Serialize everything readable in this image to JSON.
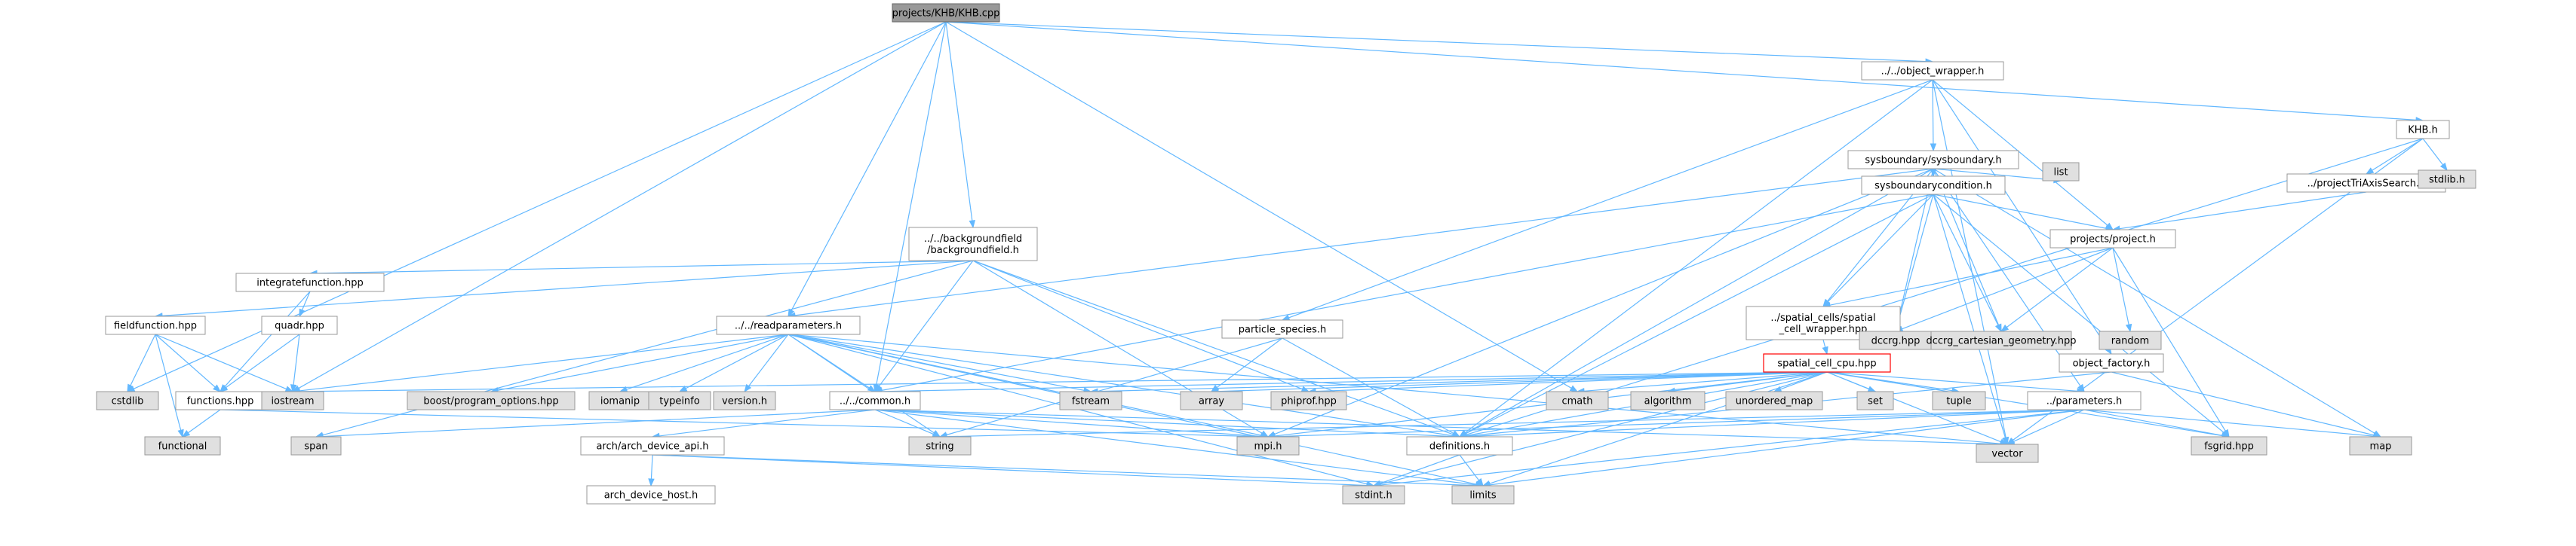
{
  "diagram": {
    "type": "include-dependency-graph",
    "colors": {
      "edge": "#63b8ff",
      "node_border": "#999999",
      "node_fill": "#ffffff",
      "system_fill": "#e0e0e0",
      "root_fill": "#999999",
      "root_border": "#666666",
      "cpu_border": "#ff0000"
    },
    "nodes": [
      {
        "id": "khb_cpp",
        "label": "projects/KHB/KHB.cpp",
        "kind": "root"
      },
      {
        "id": "object_wrapper",
        "label": "../../object_wrapper.h",
        "kind": "file"
      },
      {
        "id": "khb_h",
        "label": "KHB.h",
        "kind": "file"
      },
      {
        "id": "sysboundary",
        "label": "sysboundary/sysboundary.h",
        "kind": "file"
      },
      {
        "id": "list",
        "label": "list",
        "kind": "system"
      },
      {
        "id": "sysboundarycondition",
        "label": "sysboundarycondition.h",
        "kind": "file"
      },
      {
        "id": "projecttriaxis",
        "label": "../projectTriAxisSearch.h",
        "kind": "file"
      },
      {
        "id": "stdlib_h",
        "label": "stdlib.h",
        "kind": "system"
      },
      {
        "id": "project_h",
        "label": "projects/project.h",
        "kind": "file"
      },
      {
        "id": "backgroundfield",
        "label": "../../backgroundfield\n/backgroundfield.h",
        "kind": "file"
      },
      {
        "id": "integratefunction",
        "label": "integratefunction.hpp",
        "kind": "file"
      },
      {
        "id": "quadr",
        "label": "quadr.hpp",
        "kind": "file"
      },
      {
        "id": "fieldfunction",
        "label": "fieldfunction.hpp",
        "kind": "file"
      },
      {
        "id": "readparameters",
        "label": "../../readparameters.h",
        "kind": "file"
      },
      {
        "id": "particle_species",
        "label": "particle_species.h",
        "kind": "file"
      },
      {
        "id": "spatial_cell_wrapper",
        "label": "../spatial_cells/spatial\n_cell_wrapper.hpp",
        "kind": "file"
      },
      {
        "id": "spatial_cell_cpu",
        "label": "spatial_cell_cpu.hpp",
        "kind": "cpu"
      },
      {
        "id": "object_factory",
        "label": "object_factory.h",
        "kind": "file"
      },
      {
        "id": "dccrg",
        "label": "dccrg.hpp",
        "kind": "system"
      },
      {
        "id": "dccrg_cart",
        "label": "dccrg_cartesian_geometry.hpp",
        "kind": "system"
      },
      {
        "id": "random",
        "label": "random",
        "kind": "system"
      },
      {
        "id": "cstdlib",
        "label": "cstdlib",
        "kind": "system"
      },
      {
        "id": "functions",
        "label": "functions.hpp",
        "kind": "file"
      },
      {
        "id": "iostream",
        "label": "iostream",
        "kind": "system"
      },
      {
        "id": "boost_po",
        "label": "boost/program_options.hpp",
        "kind": "system"
      },
      {
        "id": "iomanip",
        "label": "iomanip",
        "kind": "system"
      },
      {
        "id": "typeinfo",
        "label": "typeinfo",
        "kind": "system"
      },
      {
        "id": "version_h",
        "label": "version.h",
        "kind": "system"
      },
      {
        "id": "common",
        "label": "../../common.h",
        "kind": "file"
      },
      {
        "id": "fstream",
        "label": "fstream",
        "kind": "system"
      },
      {
        "id": "array",
        "label": "array",
        "kind": "system"
      },
      {
        "id": "phiprof",
        "label": "phiprof.hpp",
        "kind": "system"
      },
      {
        "id": "cmath",
        "label": "cmath",
        "kind": "system"
      },
      {
        "id": "algorithm",
        "label": "algorithm",
        "kind": "system"
      },
      {
        "id": "unordered_map",
        "label": "unordered_map",
        "kind": "system"
      },
      {
        "id": "set",
        "label": "set",
        "kind": "system"
      },
      {
        "id": "tuple",
        "label": "tuple",
        "kind": "system"
      },
      {
        "id": "parameters",
        "label": "../parameters.h",
        "kind": "file"
      },
      {
        "id": "functional",
        "label": "functional",
        "kind": "system"
      },
      {
        "id": "span",
        "label": "span",
        "kind": "system"
      },
      {
        "id": "arch_api",
        "label": "arch/arch_device_api.h",
        "kind": "file"
      },
      {
        "id": "arch_host",
        "label": "arch_device_host.h",
        "kind": "file"
      },
      {
        "id": "string",
        "label": "string",
        "kind": "system"
      },
      {
        "id": "mpi",
        "label": "mpi.h",
        "kind": "system"
      },
      {
        "id": "definitions",
        "label": "definitions.h",
        "kind": "file"
      },
      {
        "id": "stdint",
        "label": "stdint.h",
        "kind": "system"
      },
      {
        "id": "limits",
        "label": "limits",
        "kind": "system"
      },
      {
        "id": "vector",
        "label": "vector",
        "kind": "system"
      },
      {
        "id": "fsgrid",
        "label": "fsgrid.hpp",
        "kind": "system"
      },
      {
        "id": "map",
        "label": "map",
        "kind": "system"
      }
    ],
    "edges": [
      [
        "khb_cpp",
        "object_wrapper"
      ],
      [
        "khb_cpp",
        "khb_h"
      ],
      [
        "khb_cpp",
        "cstdlib"
      ],
      [
        "khb_cpp",
        "iostream"
      ],
      [
        "khb_cpp",
        "readparameters"
      ],
      [
        "khb_cpp",
        "backgroundfield"
      ],
      [
        "khb_cpp",
        "common"
      ],
      [
        "khb_cpp",
        "cmath"
      ],
      [
        "object_wrapper",
        "sysboundary"
      ],
      [
        "object_wrapper",
        "project_h"
      ],
      [
        "object_wrapper",
        "object_factory"
      ],
      [
        "object_wrapper",
        "definitions"
      ],
      [
        "object_wrapper",
        "particle_species"
      ],
      [
        "object_wrapper",
        "vector"
      ],
      [
        "khb_h",
        "projecttriaxis"
      ],
      [
        "khb_h",
        "stdlib_h"
      ],
      [
        "khb_h",
        "definitions"
      ],
      [
        "khb_h",
        "vector"
      ],
      [
        "sysboundary",
        "list"
      ],
      [
        "sysboundary",
        "sysboundarycondition"
      ],
      [
        "sysboundary",
        "readparameters"
      ],
      [
        "sysboundary",
        "spatial_cell_wrapper"
      ],
      [
        "sysboundary",
        "dccrg"
      ],
      [
        "sysboundary",
        "dccrg_cart"
      ],
      [
        "sysboundary",
        "definitions"
      ],
      [
        "sysboundary",
        "parameters"
      ],
      [
        "sysboundary",
        "map"
      ],
      [
        "sysboundary",
        "mpi"
      ],
      [
        "sysboundarycondition",
        "project_h"
      ],
      [
        "sysboundarycondition",
        "spatial_cell_wrapper"
      ],
      [
        "sysboundarycondition",
        "dccrg"
      ],
      [
        "sysboundarycondition",
        "dccrg_cart"
      ],
      [
        "sysboundarycondition",
        "common"
      ],
      [
        "sysboundarycondition",
        "definitions"
      ],
      [
        "sysboundarycondition",
        "vector"
      ],
      [
        "sysboundarycondition",
        "fsgrid"
      ],
      [
        "projecttriaxis",
        "project_h"
      ],
      [
        "project_h",
        "spatial_cell_wrapper"
      ],
      [
        "project_h",
        "dccrg"
      ],
      [
        "project_h",
        "dccrg_cart"
      ],
      [
        "project_h",
        "random"
      ],
      [
        "project_h",
        "fsgrid"
      ],
      [
        "spatial_cell_wrapper",
        "spatial_cell_cpu"
      ],
      [
        "backgroundfield",
        "integratefunction"
      ],
      [
        "backgroundfield",
        "fieldfunction"
      ],
      [
        "backgroundfield",
        "common"
      ],
      [
        "backgroundfield",
        "definitions"
      ],
      [
        "backgroundfield",
        "phiprof"
      ],
      [
        "backgroundfield",
        "mpi"
      ],
      [
        "backgroundfield",
        "span"
      ],
      [
        "integratefunction",
        "quadr"
      ],
      [
        "integratefunction",
        "functions"
      ],
      [
        "quadr",
        "functions"
      ],
      [
        "quadr",
        "iostream"
      ],
      [
        "fieldfunction",
        "functions"
      ],
      [
        "fieldfunction",
        "cstdlib"
      ],
      [
        "fieldfunction",
        "iostream"
      ],
      [
        "fieldfunction",
        "functional"
      ],
      [
        "functions",
        "functional"
      ],
      [
        "functions",
        "mpi"
      ],
      [
        "readparameters",
        "boost_po"
      ],
      [
        "readparameters",
        "iomanip"
      ],
      [
        "readparameters",
        "typeinfo"
      ],
      [
        "readparameters",
        "version_h"
      ],
      [
        "readparameters",
        "common"
      ],
      [
        "readparameters",
        "fstream"
      ],
      [
        "readparameters",
        "iostream"
      ],
      [
        "readparameters",
        "string"
      ],
      [
        "readparameters",
        "vector"
      ],
      [
        "readparameters",
        "mpi"
      ],
      [
        "readparameters",
        "definitions"
      ],
      [
        "readparameters",
        "limits"
      ],
      [
        "readparameters",
        "stdint"
      ],
      [
        "particle_species",
        "array"
      ],
      [
        "particle_species",
        "string"
      ],
      [
        "particle_species",
        "definitions"
      ],
      [
        "spatial_cell_cpu",
        "common"
      ],
      [
        "spatial_cell_cpu",
        "iostream"
      ],
      [
        "spatial_cell_cpu",
        "fstream"
      ],
      [
        "spatial_cell_cpu",
        "array"
      ],
      [
        "spatial_cell_cpu",
        "phiprof"
      ],
      [
        "spatial_cell_cpu",
        "cmath"
      ],
      [
        "spatial_cell_cpu",
        "algorithm"
      ],
      [
        "spatial_cell_cpu",
        "unordered_map"
      ],
      [
        "spatial_cell_cpu",
        "set"
      ],
      [
        "spatial_cell_cpu",
        "tuple"
      ],
      [
        "spatial_cell_cpu",
        "parameters"
      ],
      [
        "spatial_cell_cpu",
        "definitions"
      ],
      [
        "spatial_cell_cpu",
        "vector"
      ],
      [
        "spatial_cell_cpu",
        "mpi"
      ],
      [
        "spatial_cell_cpu",
        "stdint"
      ],
      [
        "spatial_cell_cpu",
        "limits"
      ],
      [
        "spatial_cell_cpu",
        "fsgrid"
      ],
      [
        "object_factory",
        "map"
      ],
      [
        "object_factory",
        "definitions"
      ],
      [
        "common",
        "arch_api"
      ],
      [
        "common",
        "definitions"
      ],
      [
        "common",
        "span"
      ],
      [
        "common",
        "string"
      ],
      [
        "common",
        "vector"
      ],
      [
        "common",
        "mpi"
      ],
      [
        "common",
        "limits"
      ],
      [
        "arch_api",
        "arch_host"
      ],
      [
        "arch_api",
        "stdint"
      ],
      [
        "arch_api",
        "limits"
      ],
      [
        "parameters",
        "definitions"
      ],
      [
        "parameters",
        "string"
      ],
      [
        "parameters",
        "vector"
      ],
      [
        "parameters",
        "map"
      ],
      [
        "parameters",
        "fsgrid"
      ],
      [
        "parameters",
        "mpi"
      ],
      [
        "parameters",
        "limits"
      ],
      [
        "parameters",
        "stdint"
      ],
      [
        "definitions",
        "stdint"
      ],
      [
        "definitions",
        "limits"
      ]
    ]
  }
}
